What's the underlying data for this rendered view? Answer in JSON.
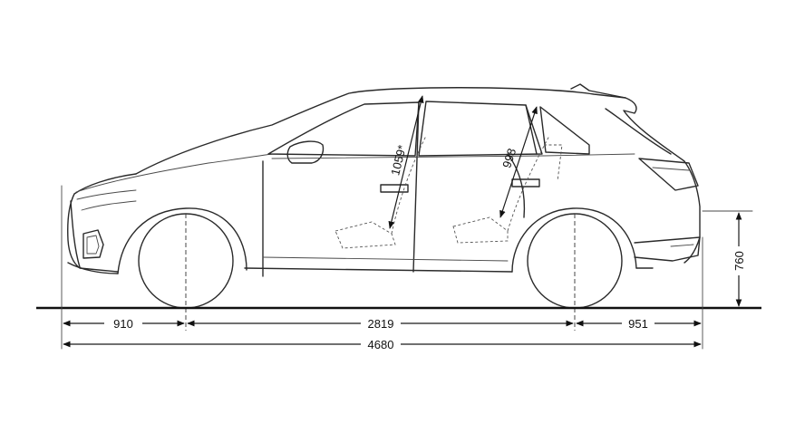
{
  "diagram": {
    "subject": "Side elevation of SUV with dimensions",
    "dimensions": {
      "front_overhang": "910",
      "wheelbase": "2819",
      "rear_overhang": "951",
      "overall_length": "4680",
      "rear_bumper_height": "760",
      "front_headroom": "1059*",
      "rear_headroom": "998"
    }
  }
}
